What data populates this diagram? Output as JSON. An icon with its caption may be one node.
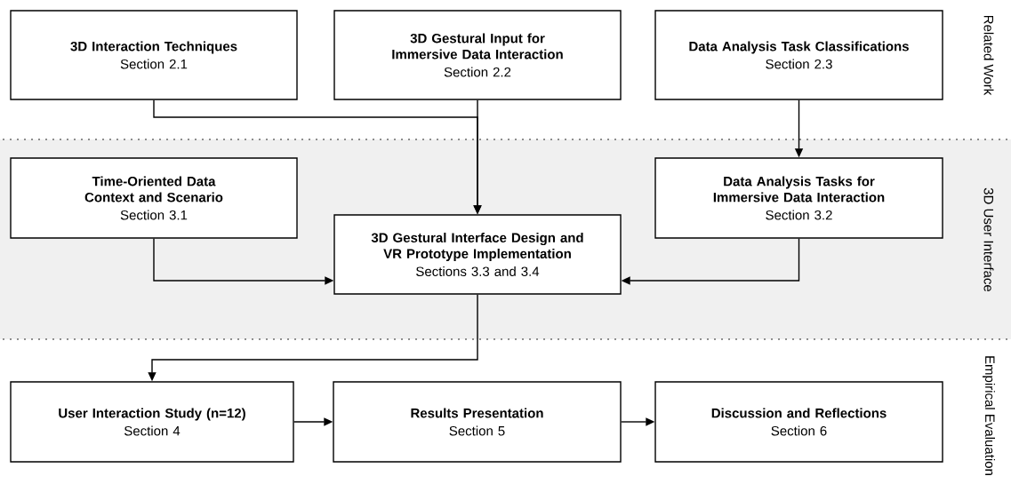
{
  "diagram": {
    "nodes": [
      {
        "text": [
          "3D Interaction Techniques",
          "Section 2.1"
        ]
      },
      {
        "text": [
          "3D Gestural Input for Immersive Data Interaction",
          "Section 2.2"
        ]
      },
      {
        "text": [
          "Data Analysis Task Classifications",
          "Section 2.3"
        ]
      },
      {
        "text": [
          "Time-Oriented Data Context and Scenario",
          "Section 3.1"
        ]
      },
      {
        "text": [
          "Data Analysis Tasks for Immersive Data Interaction",
          "Section 3.2"
        ]
      },
      {
        "text": [
          "3D Gestural Interface Design and VR Prototype Implementation",
          "Sections 3.3 and 3.4"
        ]
      },
      {
        "text": [
          "User Interaction Study (n=12)",
          "Section 4"
        ]
      },
      {
        "text": [
          "Results Presentation",
          "Section 5"
        ]
      },
      {
        "text": [
          "Discussion and Reflections",
          "Section 6"
        ]
      }
    ],
    "edges": [
      {
        "from": 0,
        "to": 5,
        "arrow": "to"
      },
      {
        "from": 1,
        "to": 5,
        "arrow": "to"
      },
      {
        "from": 2,
        "to": 4,
        "arrow": "to"
      },
      {
        "from": 3,
        "to": 5,
        "arrow": "to"
      },
      {
        "from": 4,
        "to": 5,
        "arrow": "to"
      },
      {
        "from": 5,
        "to": 6,
        "arrow": "to"
      },
      {
        "from": 6,
        "to": 7,
        "arrow": "to"
      },
      {
        "from": 7,
        "to": 8,
        "arrow": "to"
      }
    ],
    "labels": [
      "Related Work",
      "3D User Interface",
      "Empirical Evaluation"
    ]
  }
}
